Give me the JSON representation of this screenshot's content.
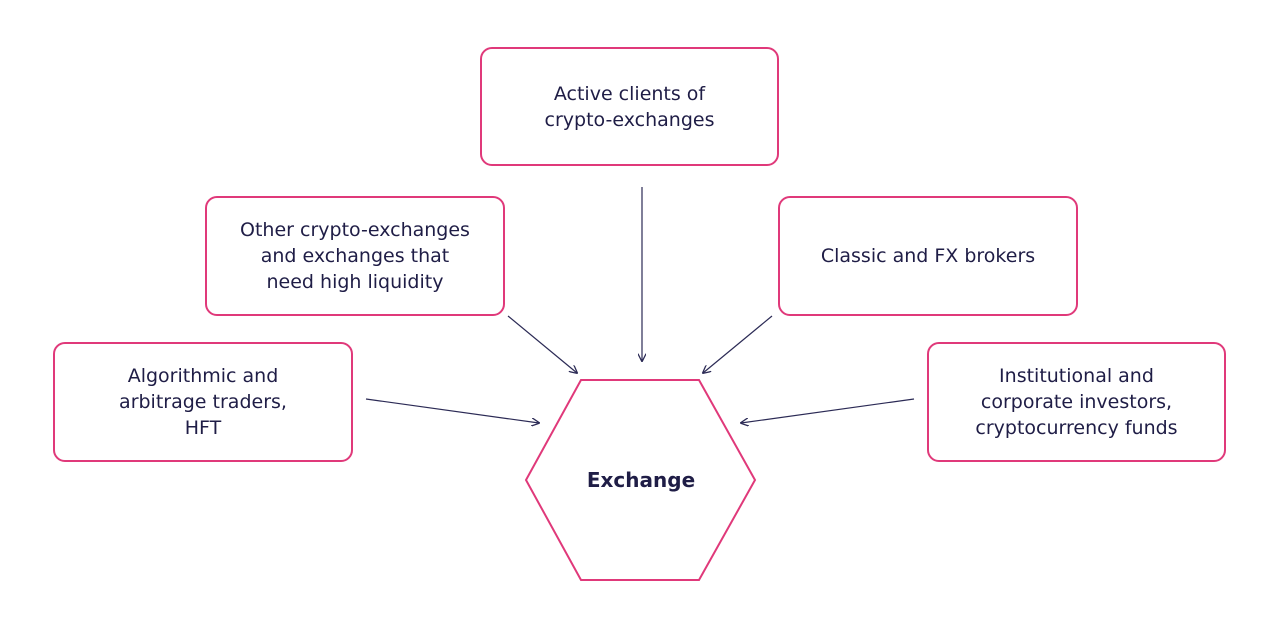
{
  "colors": {
    "accent": "#e0397a",
    "text": "#1f1d46",
    "arrow": "#2b2a55"
  },
  "hub": {
    "label": "Exchange"
  },
  "nodes": {
    "active_clients": "Active clients of\ncrypto-exchanges",
    "other_exchanges": "Other crypto-exchanges\nand exchanges that\nneed high liquidity",
    "classic_brokers": "Classic and FX brokers",
    "algo_traders": "Algorithmic and\narbitrage traders,\nHFT",
    "institutional": "Institutional and\ncorporate investors,\ncryptocurrency funds"
  }
}
